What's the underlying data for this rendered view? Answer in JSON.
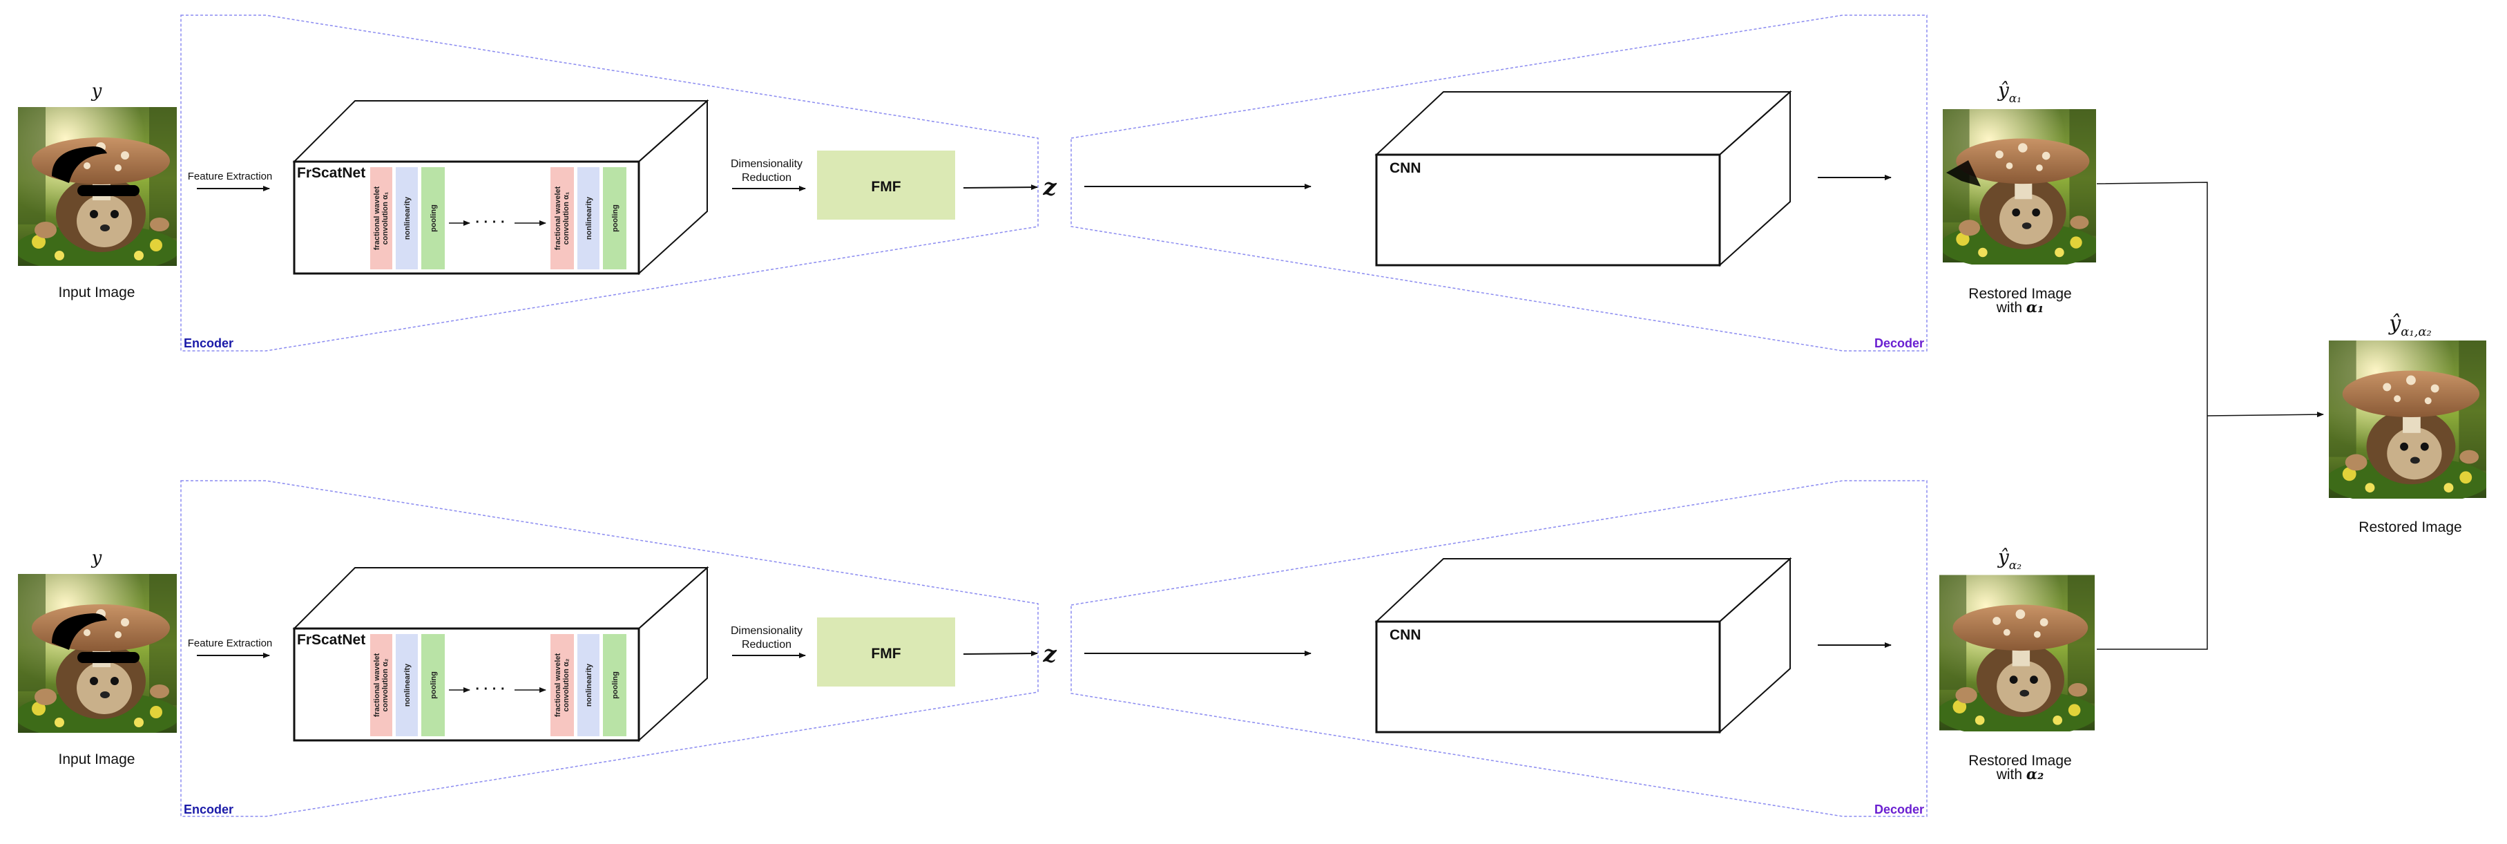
{
  "pipelines": [
    {
      "input_symbol": "y",
      "input_label": "Input Image",
      "feature_extraction": "Feature Extraction",
      "frscatnet_label": "FrScatNet",
      "layers": {
        "conv_a_line1": "fractional wavelet",
        "conv_a_line2": "convolution α₁",
        "nonlinearity": "nonlinearity",
        "pooling": "pooling",
        "dots": "· · · ·",
        "conv_b_line1": "fractional wavelet",
        "conv_b_line2": "convolution α₁"
      },
      "dim_reduction_line1": "Dimensionality",
      "dim_reduction_line2": "Reduction",
      "fmf_label": "FMF",
      "latent_symbol": "z",
      "cnn_label": "CNN",
      "encoder_label": "Encoder",
      "decoder_label": "Decoder",
      "output_symbol": "ŷ",
      "output_subscript": "α₁",
      "output_label_line1": "Restored Image",
      "output_label_line2": "with ",
      "output_label_alpha": "α₁"
    },
    {
      "input_symbol": "y",
      "input_label": "Input Image",
      "feature_extraction": "Feature Extraction",
      "frscatnet_label": "FrScatNet",
      "layers": {
        "conv_a_line1": "fractional wavelet",
        "conv_a_line2": "convolution α₂",
        "nonlinearity": "nonlinearity",
        "pooling": "pooling",
        "dots": "· · · ·",
        "conv_b_line1": "fractional wavelet",
        "conv_b_line2": "convolution α₂"
      },
      "dim_reduction_line1": "Dimensionality",
      "dim_reduction_line2": "Reduction",
      "fmf_label": "FMF",
      "latent_symbol": "z",
      "cnn_label": "CNN",
      "encoder_label": "Encoder",
      "decoder_label": "Decoder",
      "output_symbol": "ŷ",
      "output_subscript": "α₂",
      "output_label_line1": "Restored Image",
      "output_label_line2": "with ",
      "output_label_alpha": "α₂"
    }
  ],
  "final": {
    "symbol": "ŷ",
    "subscript": "α₁,α₂",
    "label": "Restored Image"
  },
  "colors": {
    "encoder_text": "#1a1aa8",
    "decoder_text": "#6a1fd1",
    "dashed_outline": "#8a8af0",
    "fmf_fill": "#dbe9b4",
    "conv_fill": "#f7c6c1",
    "nonlin_fill": "#d6def6",
    "pool_fill": "#b9e3a6",
    "box_stroke": "#111111"
  },
  "images": {
    "description_icons": [
      "hedgehog-image"
    ]
  }
}
